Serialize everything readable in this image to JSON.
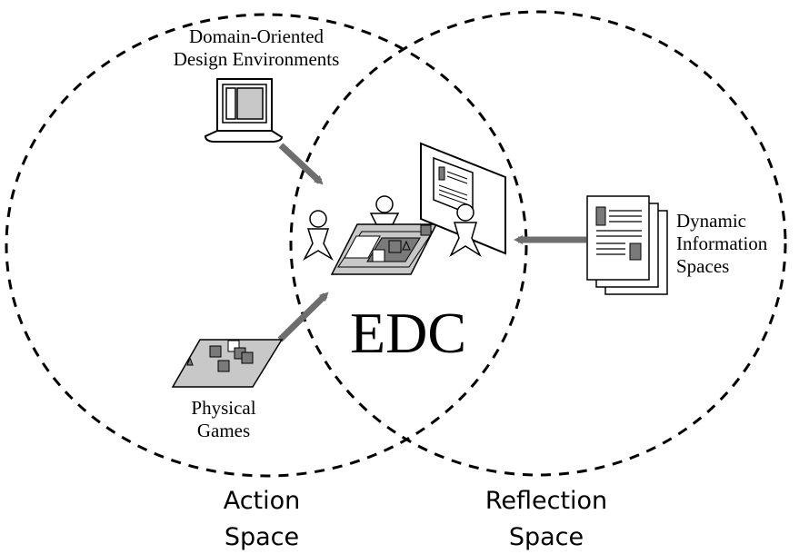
{
  "labels": {
    "dode_line1": "Domain-Oriented",
    "dode_line2": "Design Environments",
    "dis_line1": "Dynamic",
    "dis_line2": "Information",
    "dis_line3": "Spaces",
    "games_line1": "Physical",
    "games_line2": "Games",
    "center": "EDC",
    "action_line1": "Action",
    "action_line2": "Space",
    "reflection_line1": "Reflection",
    "reflection_line2": "Space"
  },
  "colors": {
    "arrow": "#6e6e6e",
    "fill_light": "#c8c8c8",
    "fill_dark": "#7a7a7a",
    "ink": "#000000"
  }
}
